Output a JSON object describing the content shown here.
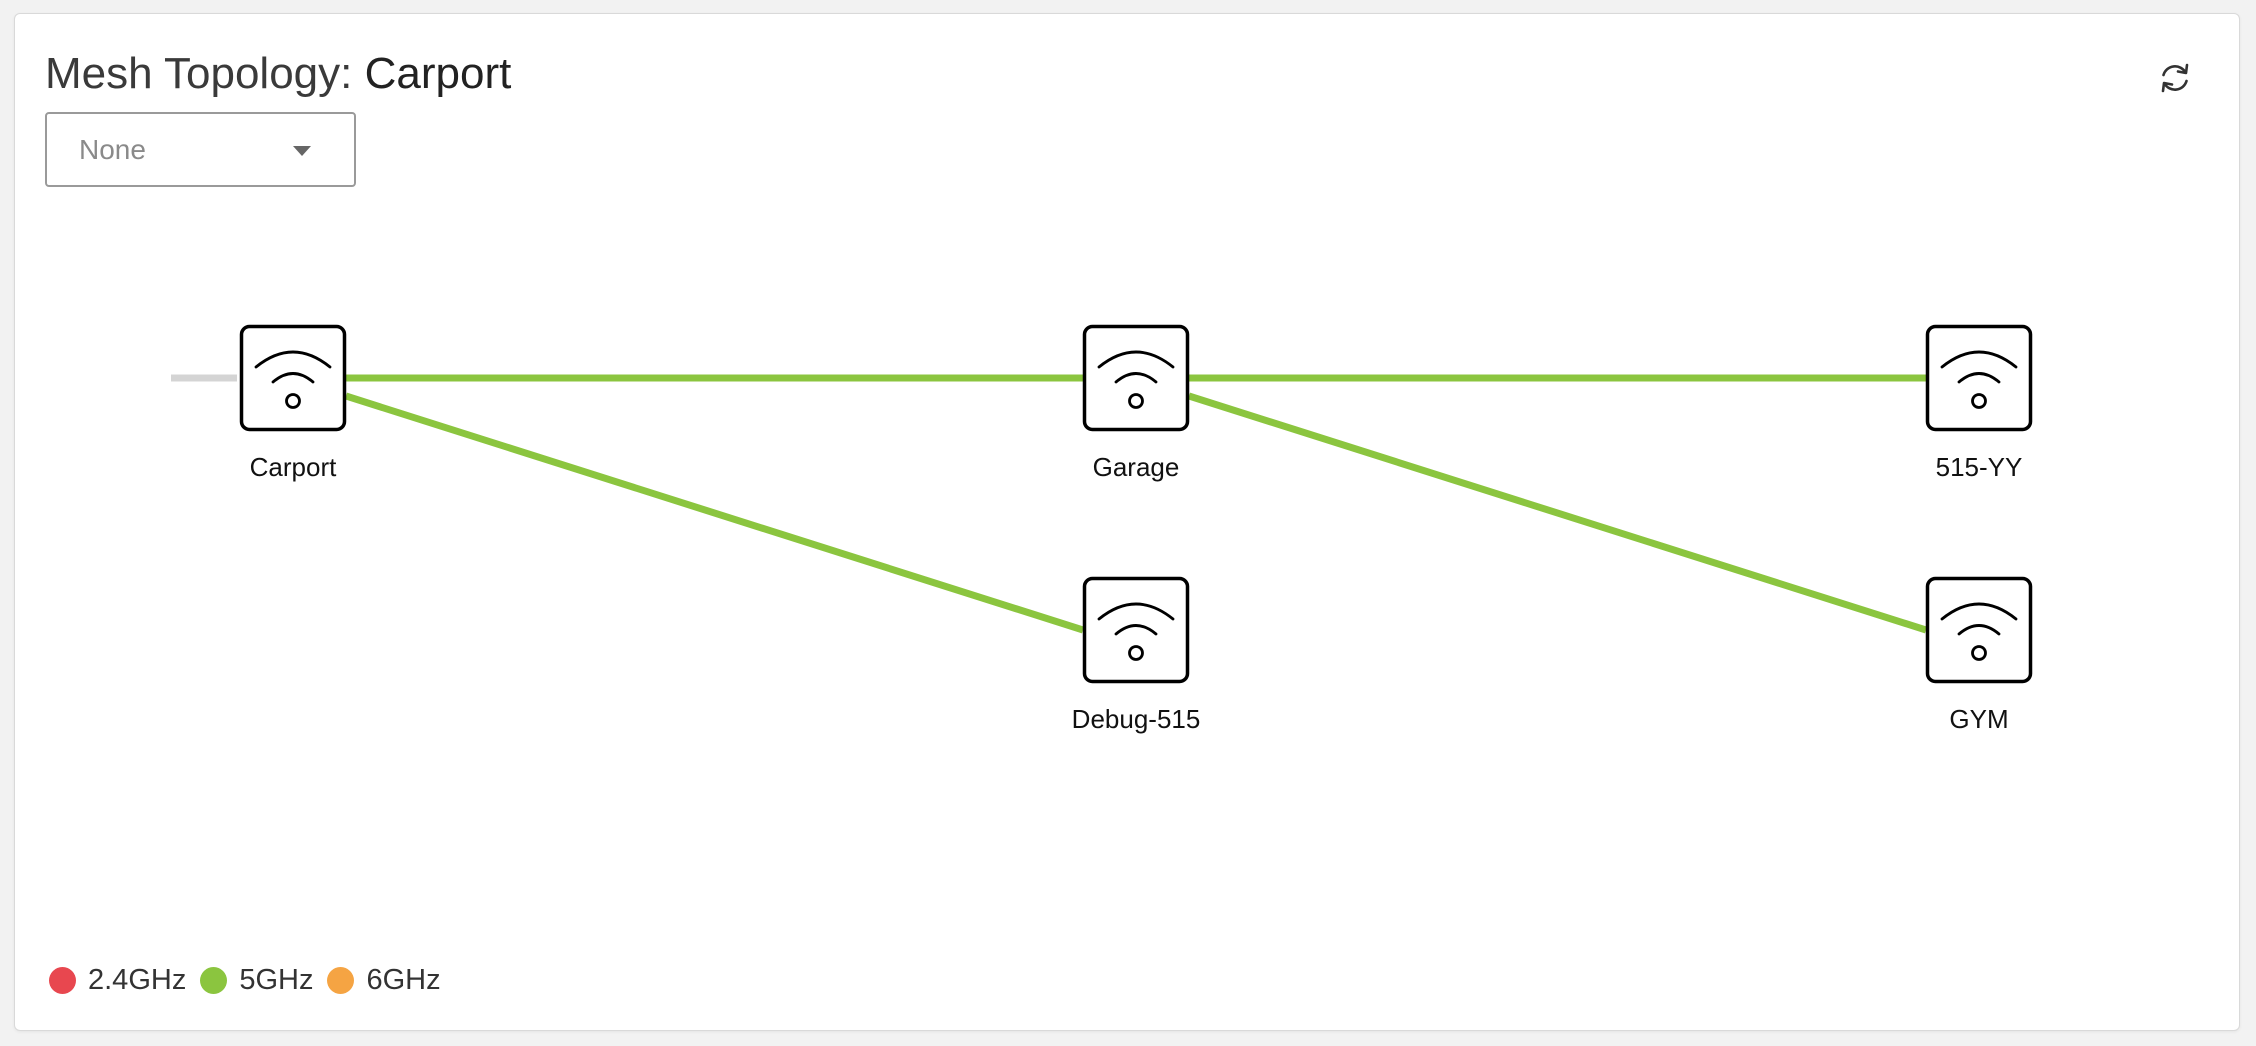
{
  "header": {
    "title_prefix": "Mesh Topology: ",
    "title_name": "Carport",
    "refresh_icon": "refresh-icon"
  },
  "filter": {
    "selected": "None",
    "icon": "chevron-down-icon"
  },
  "colors": {
    "band_2_4": "#e8474f",
    "band_5": "#8bc53f",
    "band_6": "#f5a443",
    "uplink": "#d4d4d4",
    "node_stroke": "#000000"
  },
  "nodes": [
    {
      "id": "carport",
      "label": "Carport",
      "icon": "wifi-access-point-icon"
    },
    {
      "id": "garage",
      "label": "Garage",
      "icon": "wifi-access-point-icon"
    },
    {
      "id": "515-yy",
      "label": "515-YY",
      "icon": "wifi-access-point-icon"
    },
    {
      "id": "debug-515",
      "label": "Debug-515",
      "icon": "wifi-access-point-icon"
    },
    {
      "id": "gym",
      "label": "GYM",
      "icon": "wifi-access-point-icon"
    }
  ],
  "links": [
    {
      "from": "carport",
      "to": "garage",
      "band": "5GHz"
    },
    {
      "from": "carport",
      "to": "debug-515",
      "band": "5GHz"
    },
    {
      "from": "garage",
      "to": "515-yy",
      "band": "5GHz"
    },
    {
      "from": "garage",
      "to": "gym",
      "band": "5GHz"
    }
  ],
  "legend": [
    {
      "label": "2.4GHz",
      "color": "#e8474f"
    },
    {
      "label": "5GHz",
      "color": "#8bc53f"
    },
    {
      "label": "6GHz",
      "color": "#f5a443"
    }
  ]
}
